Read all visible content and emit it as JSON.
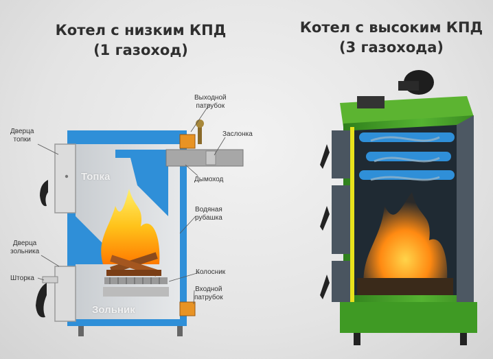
{
  "left_boiler": {
    "title_line1": "Котел с низким КПД",
    "title_line2": "(1 газоход)",
    "labels": {
      "exhaust_pipe": [
        "Выходной",
        "патрубок"
      ],
      "damper": "Заслонка",
      "firebox_door": [
        "Дверца",
        "топки"
      ],
      "firebox": "Топка",
      "chimney": "Дымоход",
      "water_jacket": [
        "Водяная",
        "рубашка"
      ],
      "ash_door": [
        "Дверца",
        "зольника"
      ],
      "grate": "Колосник",
      "shutter": "Шторка",
      "inlet_pipe": [
        "Входной",
        "патрубок"
      ],
      "ash_pit": "Зольник"
    }
  },
  "right_boiler": {
    "title_line1": "Котел с высоким КПД",
    "title_line2": "(3 газохода)"
  },
  "colors": {
    "water_jacket": "#2f8fd8",
    "boiler_body": "#d7dadd",
    "pipe": "#9a9a9a",
    "flame": "#ffb21c",
    "body_green": "#46a22a",
    "body_grey": "#4a5560",
    "yellow_trim": "#e8e21c"
  }
}
